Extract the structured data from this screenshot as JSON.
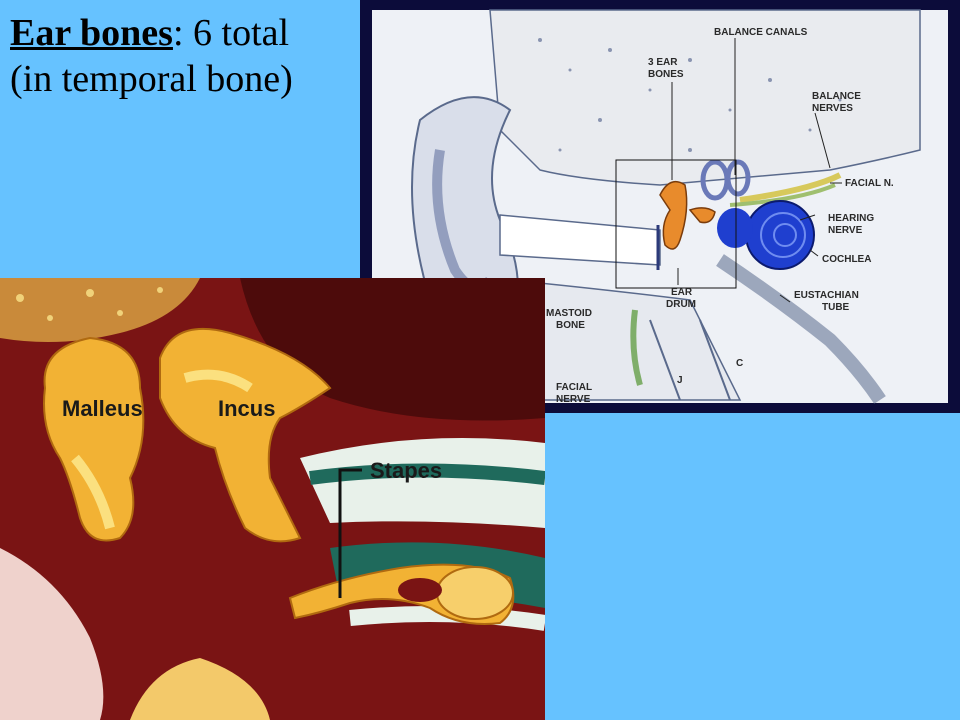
{
  "slide": {
    "background": "#66c2ff",
    "title": {
      "term": "Ear bones",
      "rest": ": 6 total",
      "line2": "(in temporal bone)"
    }
  },
  "ear_diagram": {
    "labels": {
      "balance_canals": "BALANCE CANALS",
      "three_ear_bones_1": "3 EAR",
      "three_ear_bones_2": "BONES",
      "balance_nerves_1": "BALANCE",
      "balance_nerves_2": "NERVES",
      "facial_n": "FACIAL N.",
      "hearing_nerve_1": "HEARING",
      "hearing_nerve_2": "NERVE",
      "cochlea": "COCHLEA",
      "ear_drum_1": "EAR",
      "ear_drum_2": "DRUM",
      "eustachian_tube_1": "EUSTACHIAN",
      "eustachian_tube_2": "TUBE",
      "mastoid_bone_1": "MASTOID",
      "mastoid_bone_2": "BONE",
      "facial_nerve_1": "FACIAL",
      "facial_nerve_2": "NERVE",
      "j": "J",
      "c": "C"
    }
  },
  "ossicles_closeup": {
    "labels": {
      "malleus": "Malleus",
      "incus": "Incus",
      "stapes": "Stapes"
    }
  }
}
